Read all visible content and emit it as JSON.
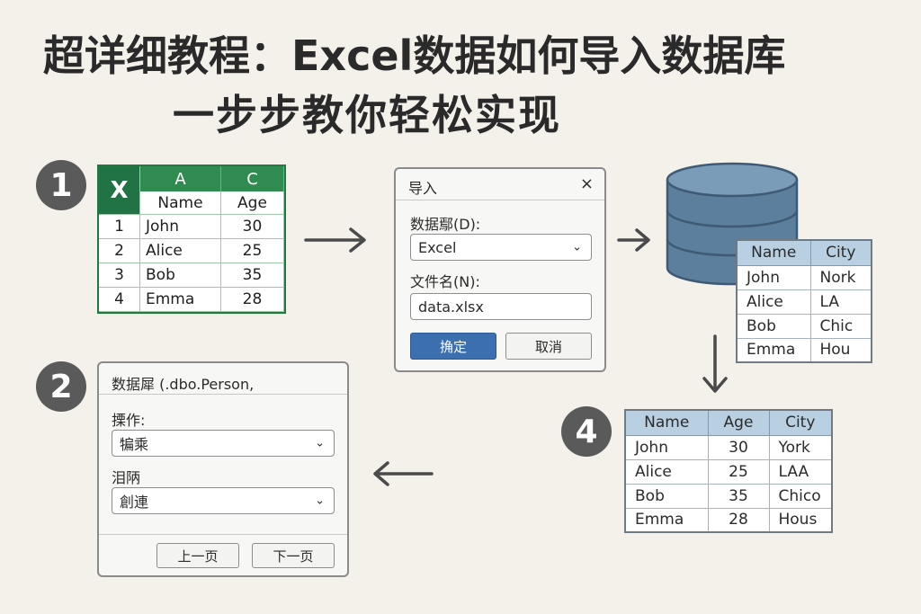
{
  "title": {
    "line1": "超详细教程：Excel数据如何导入数据库",
    "line2": "一步步教你轻松实现"
  },
  "steps": [
    "1",
    "2",
    "4"
  ],
  "excel": {
    "logo": "X",
    "columns": [
      "A",
      "C"
    ],
    "headers": [
      "Name",
      "Age"
    ],
    "rows": [
      {
        "num": "1",
        "name": "John",
        "age": "30"
      },
      {
        "num": "2",
        "name": "Alice",
        "age": "25"
      },
      {
        "num": "3",
        "name": "Bob",
        "age": "35"
      },
      {
        "num": "4",
        "name": "Emma",
        "age": "28"
      }
    ],
    "brand_color": "#217346"
  },
  "import_dialog": {
    "title": "导入",
    "close_symbol": "×",
    "source_label": "数据鄢(D):",
    "source_value": "Excel",
    "file_label": "文件名(N):",
    "file_value": "data.xlsx",
    "ok_label": "捔定",
    "cancel_label": "取消",
    "accent_color": "#3b6fb0"
  },
  "db_table": {
    "headers": [
      "Name",
      "City"
    ],
    "rows": [
      [
        "John",
        "Nork"
      ],
      [
        "Alice",
        "LA"
      ],
      [
        "Bob",
        "Chic"
      ],
      [
        "Emma",
        "Hou"
      ]
    ]
  },
  "map_dialog": {
    "header": "数据犀 (.dbo.Person,",
    "operation_label": "搮作:",
    "operation_value": "犏乘",
    "target_label": "泪陃",
    "target_value": "創連",
    "prev_label": "上一页",
    "next_label": "下一页"
  },
  "result_table": {
    "headers": [
      "Name",
      "Age",
      "City"
    ],
    "rows": [
      [
        "John",
        "30",
        "York"
      ],
      [
        "Alice",
        "25",
        "LAA"
      ],
      [
        "Bob",
        "35",
        "Chico"
      ],
      [
        "Emma",
        "28",
        "Hous"
      ]
    ]
  },
  "colors": {
    "background": "#f4f1ea",
    "database": "#5c7f9e",
    "table_header": "#b8d0e2",
    "badge": "#5a5a5a"
  }
}
